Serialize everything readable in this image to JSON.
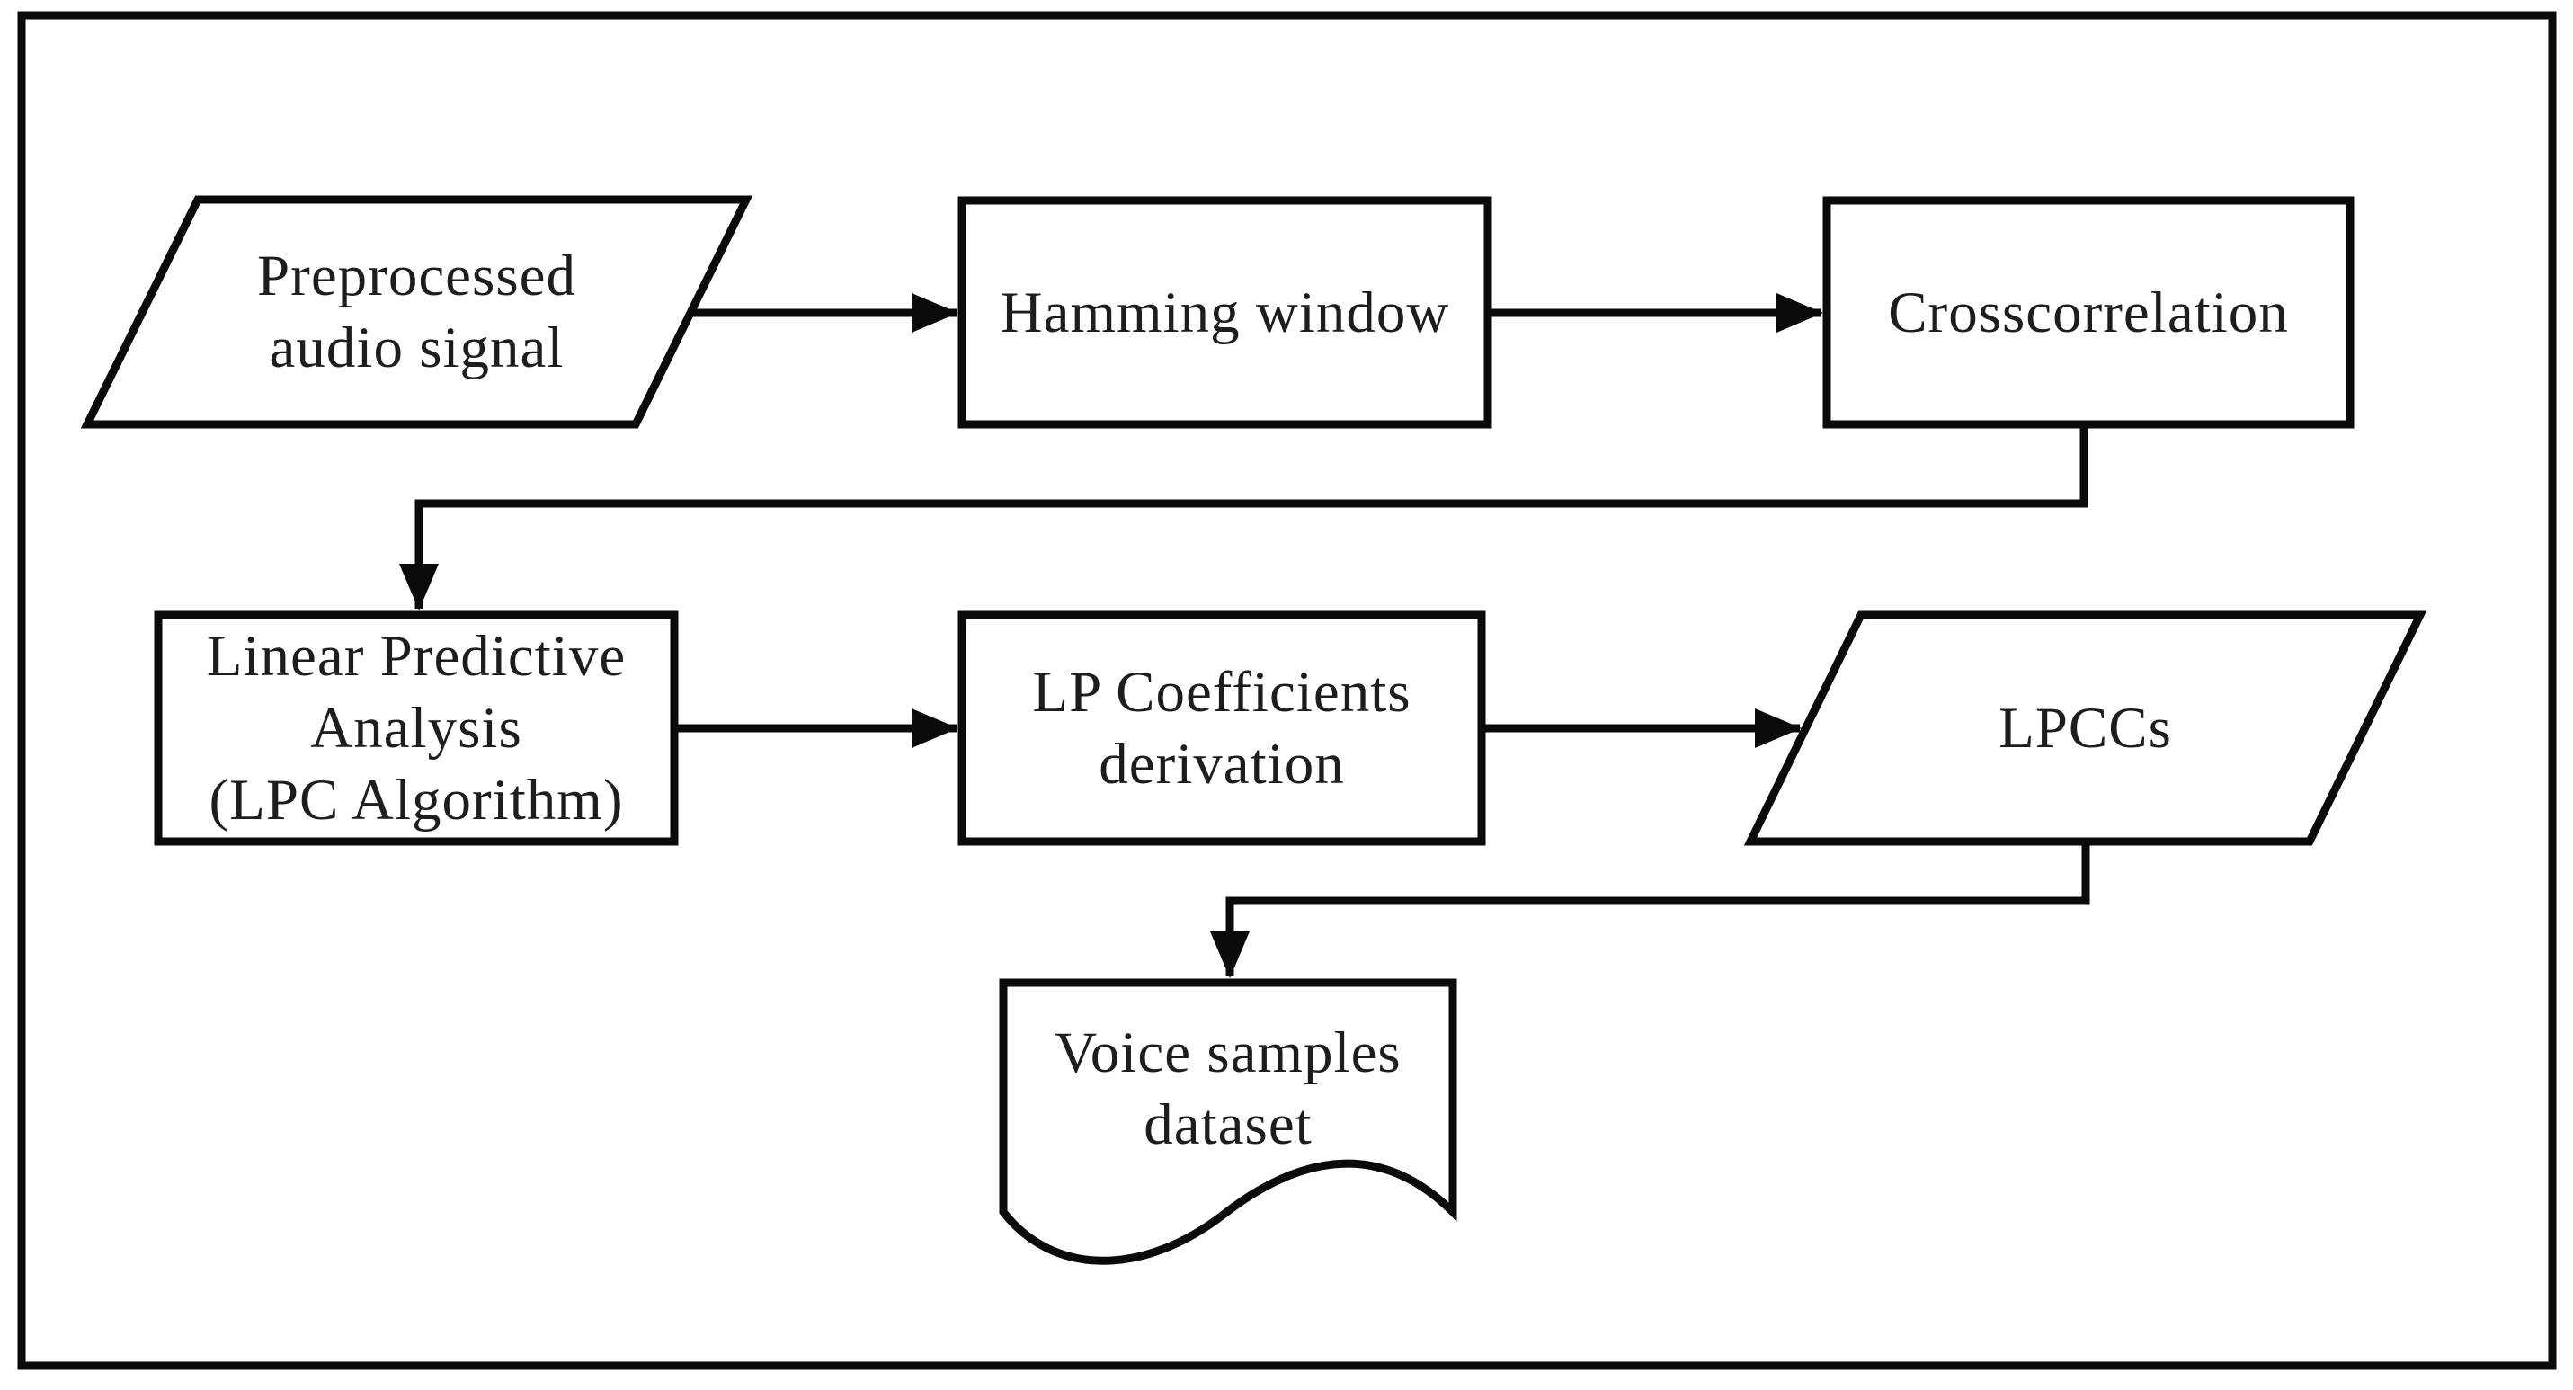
{
  "figure": {
    "type": "flowchart",
    "background": "#ffffff",
    "line_color": "#0a0a0a",
    "text_color": "#1d1d1d",
    "nodes": {
      "preprocessed_audio": {
        "shape": "parallelogram",
        "lines": [
          "Preprocessed",
          "audio signal"
        ]
      },
      "hamming_window": {
        "shape": "process-rect",
        "lines": [
          "Hamming window"
        ]
      },
      "crosscorrelation": {
        "shape": "process-rect",
        "lines": [
          "Crosscorrelation"
        ]
      },
      "lpc_analysis": {
        "shape": "process-rect",
        "lines": [
          "Linear Predictive",
          "Analysis",
          "(LPC Algorithm)"
        ]
      },
      "lp_coefficients": {
        "shape": "process-rect",
        "lines": [
          "LP Coefficients",
          "derivation"
        ]
      },
      "lpccs": {
        "shape": "parallelogram",
        "lines": [
          "LPCCs"
        ]
      },
      "voice_dataset": {
        "shape": "document",
        "lines": [
          "Voice samples",
          "dataset"
        ]
      }
    },
    "edges": [
      {
        "from": "preprocessed_audio",
        "to": "hamming_window"
      },
      {
        "from": "hamming_window",
        "to": "crosscorrelation"
      },
      {
        "from": "crosscorrelation",
        "to": "lpc_analysis"
      },
      {
        "from": "lpc_analysis",
        "to": "lp_coefficients"
      },
      {
        "from": "lp_coefficients",
        "to": "lpccs"
      },
      {
        "from": "lpccs",
        "to": "voice_dataset"
      }
    ]
  }
}
